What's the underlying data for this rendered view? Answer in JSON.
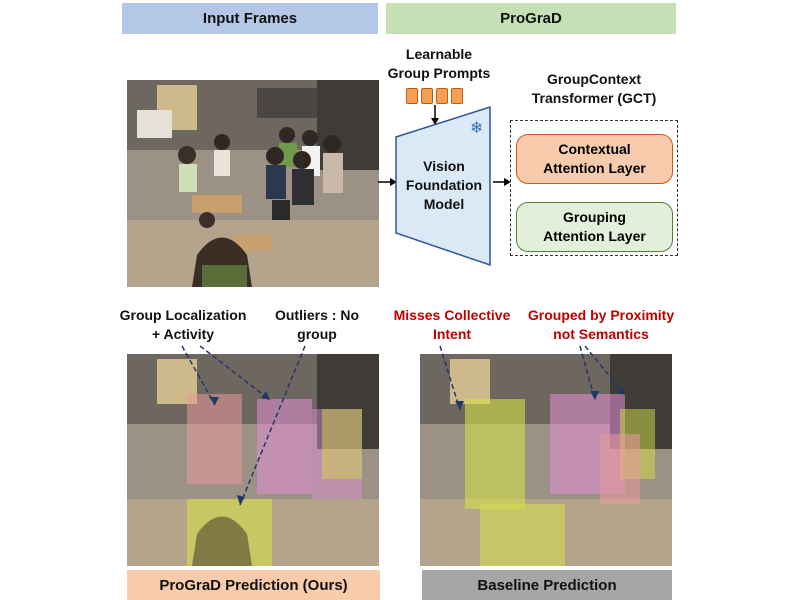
{
  "headers": {
    "input_frames": "Input Frames",
    "prograd": "ProGraD",
    "prograd_prediction": "ProGraD Prediction (Ours)",
    "baseline_prediction": "Baseline Prediction"
  },
  "prompts": {
    "title_line1": "Learnable",
    "title_line2": "Group Prompts",
    "token_count": 4
  },
  "vfm": {
    "line1": "Vision",
    "line2": "Foundation",
    "line3": "Model",
    "frozen_icon": "snowflake-icon"
  },
  "gct": {
    "title_line1": "GroupContext",
    "title_line2": "Transformer (GCT)",
    "layer1_line1": "Contextual",
    "layer1_line2": "Attention Layer",
    "layer2_line1": "Grouping",
    "layer2_line2": "Attention Layer"
  },
  "annotations": {
    "group_loc_line1": "Group Localization",
    "group_loc_line2": "+ Activity",
    "outliers_line1": "Outliers : No",
    "outliers_line2": "group",
    "misses_line1": "Misses Collective",
    "misses_line2": "Intent",
    "grouped_line1": "Grouped by Proximity",
    "grouped_line2": "not Semantics"
  },
  "colors": {
    "input_header": "#b4c7e7",
    "prograd_header": "#c5e0b4",
    "ours_header": "#f8cbad",
    "baseline_header": "#a6a6a6",
    "contextual_layer": "#f8cbad",
    "grouping_layer": "#e2efda",
    "vfm_fill": "#dbe9f7",
    "red_text": "#c00000",
    "group_pink": "#e58fd6",
    "group_yellow": "#d4e04a",
    "group_red": "#e89a9a"
  }
}
